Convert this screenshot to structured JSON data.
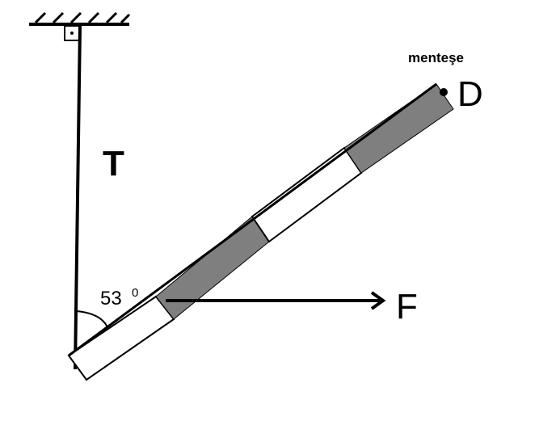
{
  "labels": {
    "tension": "T",
    "force": "F",
    "point": "D",
    "hinge": "menteşe",
    "angle": "53",
    "angle_unit": "0"
  },
  "colors": {
    "rod_dark": "#7f7f7f",
    "rod_light": "#ffffff",
    "ink": "#000000"
  },
  "icons": {
    "ceiling": "hatched-ceiling-icon",
    "pulley": "pin-box-icon",
    "arrow": "arrow-right-icon"
  }
}
